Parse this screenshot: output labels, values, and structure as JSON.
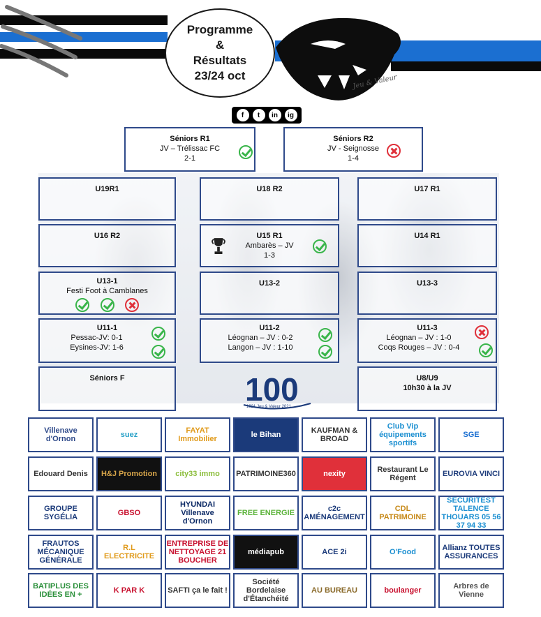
{
  "header": {
    "title_line1": "Programme",
    "title_line2": "&",
    "title_line3": "Résultats",
    "title_line4": "23/24 oct",
    "motto": "Jeu & Valeur"
  },
  "social": [
    "f",
    "t",
    "in",
    "ig"
  ],
  "seniors": [
    {
      "category": "Séniors R1",
      "match": "JV – Trélissac FC",
      "score": "2-1",
      "result": "win"
    },
    {
      "category": "Séniors R2",
      "match": "JV - Seignosse",
      "score": "1-4",
      "result": "loss"
    }
  ],
  "grid": {
    "u19": {
      "category": "U19R1"
    },
    "u18": {
      "category": "U18 R2"
    },
    "u17": {
      "category": "U17 R1"
    },
    "u16": {
      "category": "U16 R2"
    },
    "u15": {
      "category": "U15 R1",
      "match": "Ambarès – JV",
      "score": "1-3",
      "result": "win"
    },
    "u14": {
      "category": "U14 R1"
    },
    "u13_1": {
      "category": "U13-1",
      "event": "Festi Foot à Camblanes",
      "results": [
        "win",
        "win",
        "loss"
      ]
    },
    "u13_2": {
      "category": "U13-2"
    },
    "u13_3": {
      "category": "U13-3"
    },
    "u11_1": {
      "category": "U11-1",
      "match1": "Pessac-JV: 0-1",
      "match2": "Eysines-JV: 1-6"
    },
    "u11_2": {
      "category": "U11-2",
      "match1": "Léognan – JV : 0-2",
      "match2": "Langon – JV : 1-10"
    },
    "u11_3": {
      "category": "U11-3",
      "match1": "Léognan – JV : 1-0",
      "match2": "Coqs Rouges – JV : 0-4"
    },
    "seniors_f": {
      "category": "Séniors F"
    },
    "u8": {
      "category": "U8/U9",
      "info": "10h30 à la JV"
    }
  },
  "centenary": {
    "number": "100",
    "caption": "1921 Jeu & Valeur 2021"
  },
  "sponsors": [
    [
      "Villenave d'Ornon",
      "suez",
      "FAYAT Immobilier",
      "le Bihan",
      "KAUFMAN & BROAD",
      "Club Vip équipements sportifs",
      "SGE"
    ],
    [
      "Edouard Denis",
      "H&J Promotion",
      "city33 immo",
      "PATRIMOINE360",
      "nexity",
      "Restaurant Le Régent",
      "EUROVIA VINCI"
    ],
    [
      "GROUPE SYGÉLIA",
      "GBSO",
      "HYUNDAI Villenave d'Ornon",
      "FREE ENERGIE",
      "c2c AMÉNAGEMENT",
      "CDL PATRIMOINE",
      "SECURITEST TALENCE THOUARS 05 56 37 94 33"
    ],
    [
      "FRAUTOS MÉCANIQUE GÉNÉRALE",
      "R.L ELECTRICITE",
      "ENTREPRISE DE NETTOYAGE 21 BOUCHER",
      "médiapub",
      "ACE 2i",
      "O'Food",
      "Allianz TOUTES ASSURANCES"
    ],
    [
      "BATIPLUS DES IDÉES EN +",
      "K PAR K",
      "SAFTI ça le fait !",
      "Société Bordelaise d'Étanchéité",
      "AU BUREAU",
      "boulanger",
      "Arbres de Vienne"
    ]
  ],
  "colors": {
    "accent_blue": "#1b6fd1",
    "border": "#2f4a8a",
    "win": "#39b54a",
    "loss": "#e0303a"
  }
}
